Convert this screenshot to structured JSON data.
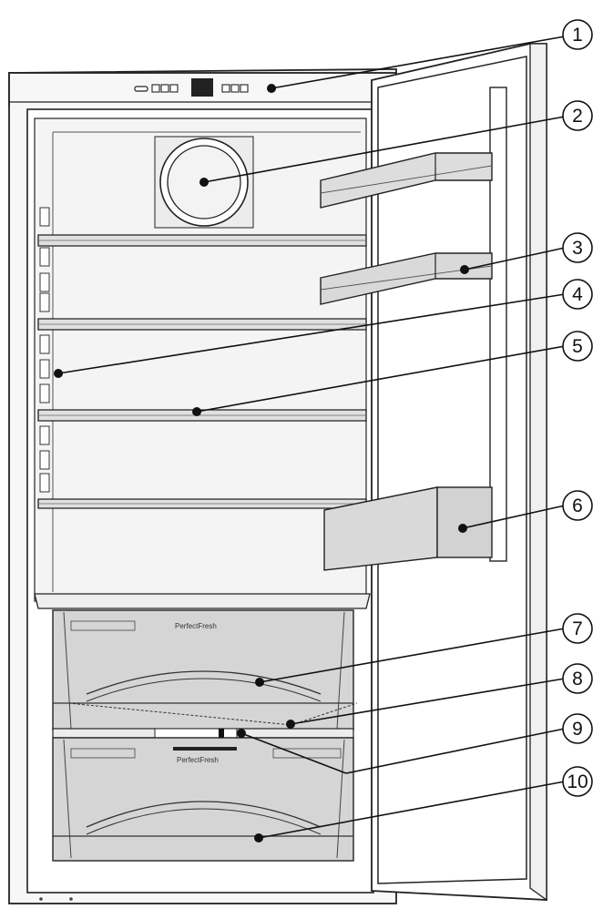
{
  "diagram": {
    "type": "refrigerator-parts-overview",
    "drawer_labels": {
      "upper": "PerfectFresh",
      "lower": "PerfectFresh"
    },
    "callouts": [
      {
        "number": "1",
        "part": "control-panel"
      },
      {
        "number": "2",
        "part": "fan"
      },
      {
        "number": "3",
        "part": "door-rack"
      },
      {
        "number": "4",
        "part": "shelf-support"
      },
      {
        "number": "5",
        "part": "glass-shelf"
      },
      {
        "number": "6",
        "part": "bottle-rack"
      },
      {
        "number": "7",
        "part": "upper-perfectfresh-drawer"
      },
      {
        "number": "8",
        "part": "humidity-divider"
      },
      {
        "number": "9",
        "part": "humidity-slider"
      },
      {
        "number": "10",
        "part": "lower-perfectfresh-drawer"
      }
    ],
    "colors": {
      "line": "#222222",
      "cabinet_fill": "#f7f7f7",
      "interior_fill": "#f4f4f4",
      "drawer_fill": "#d5d5d5",
      "rack_fill": "#d9d9d9"
    }
  }
}
